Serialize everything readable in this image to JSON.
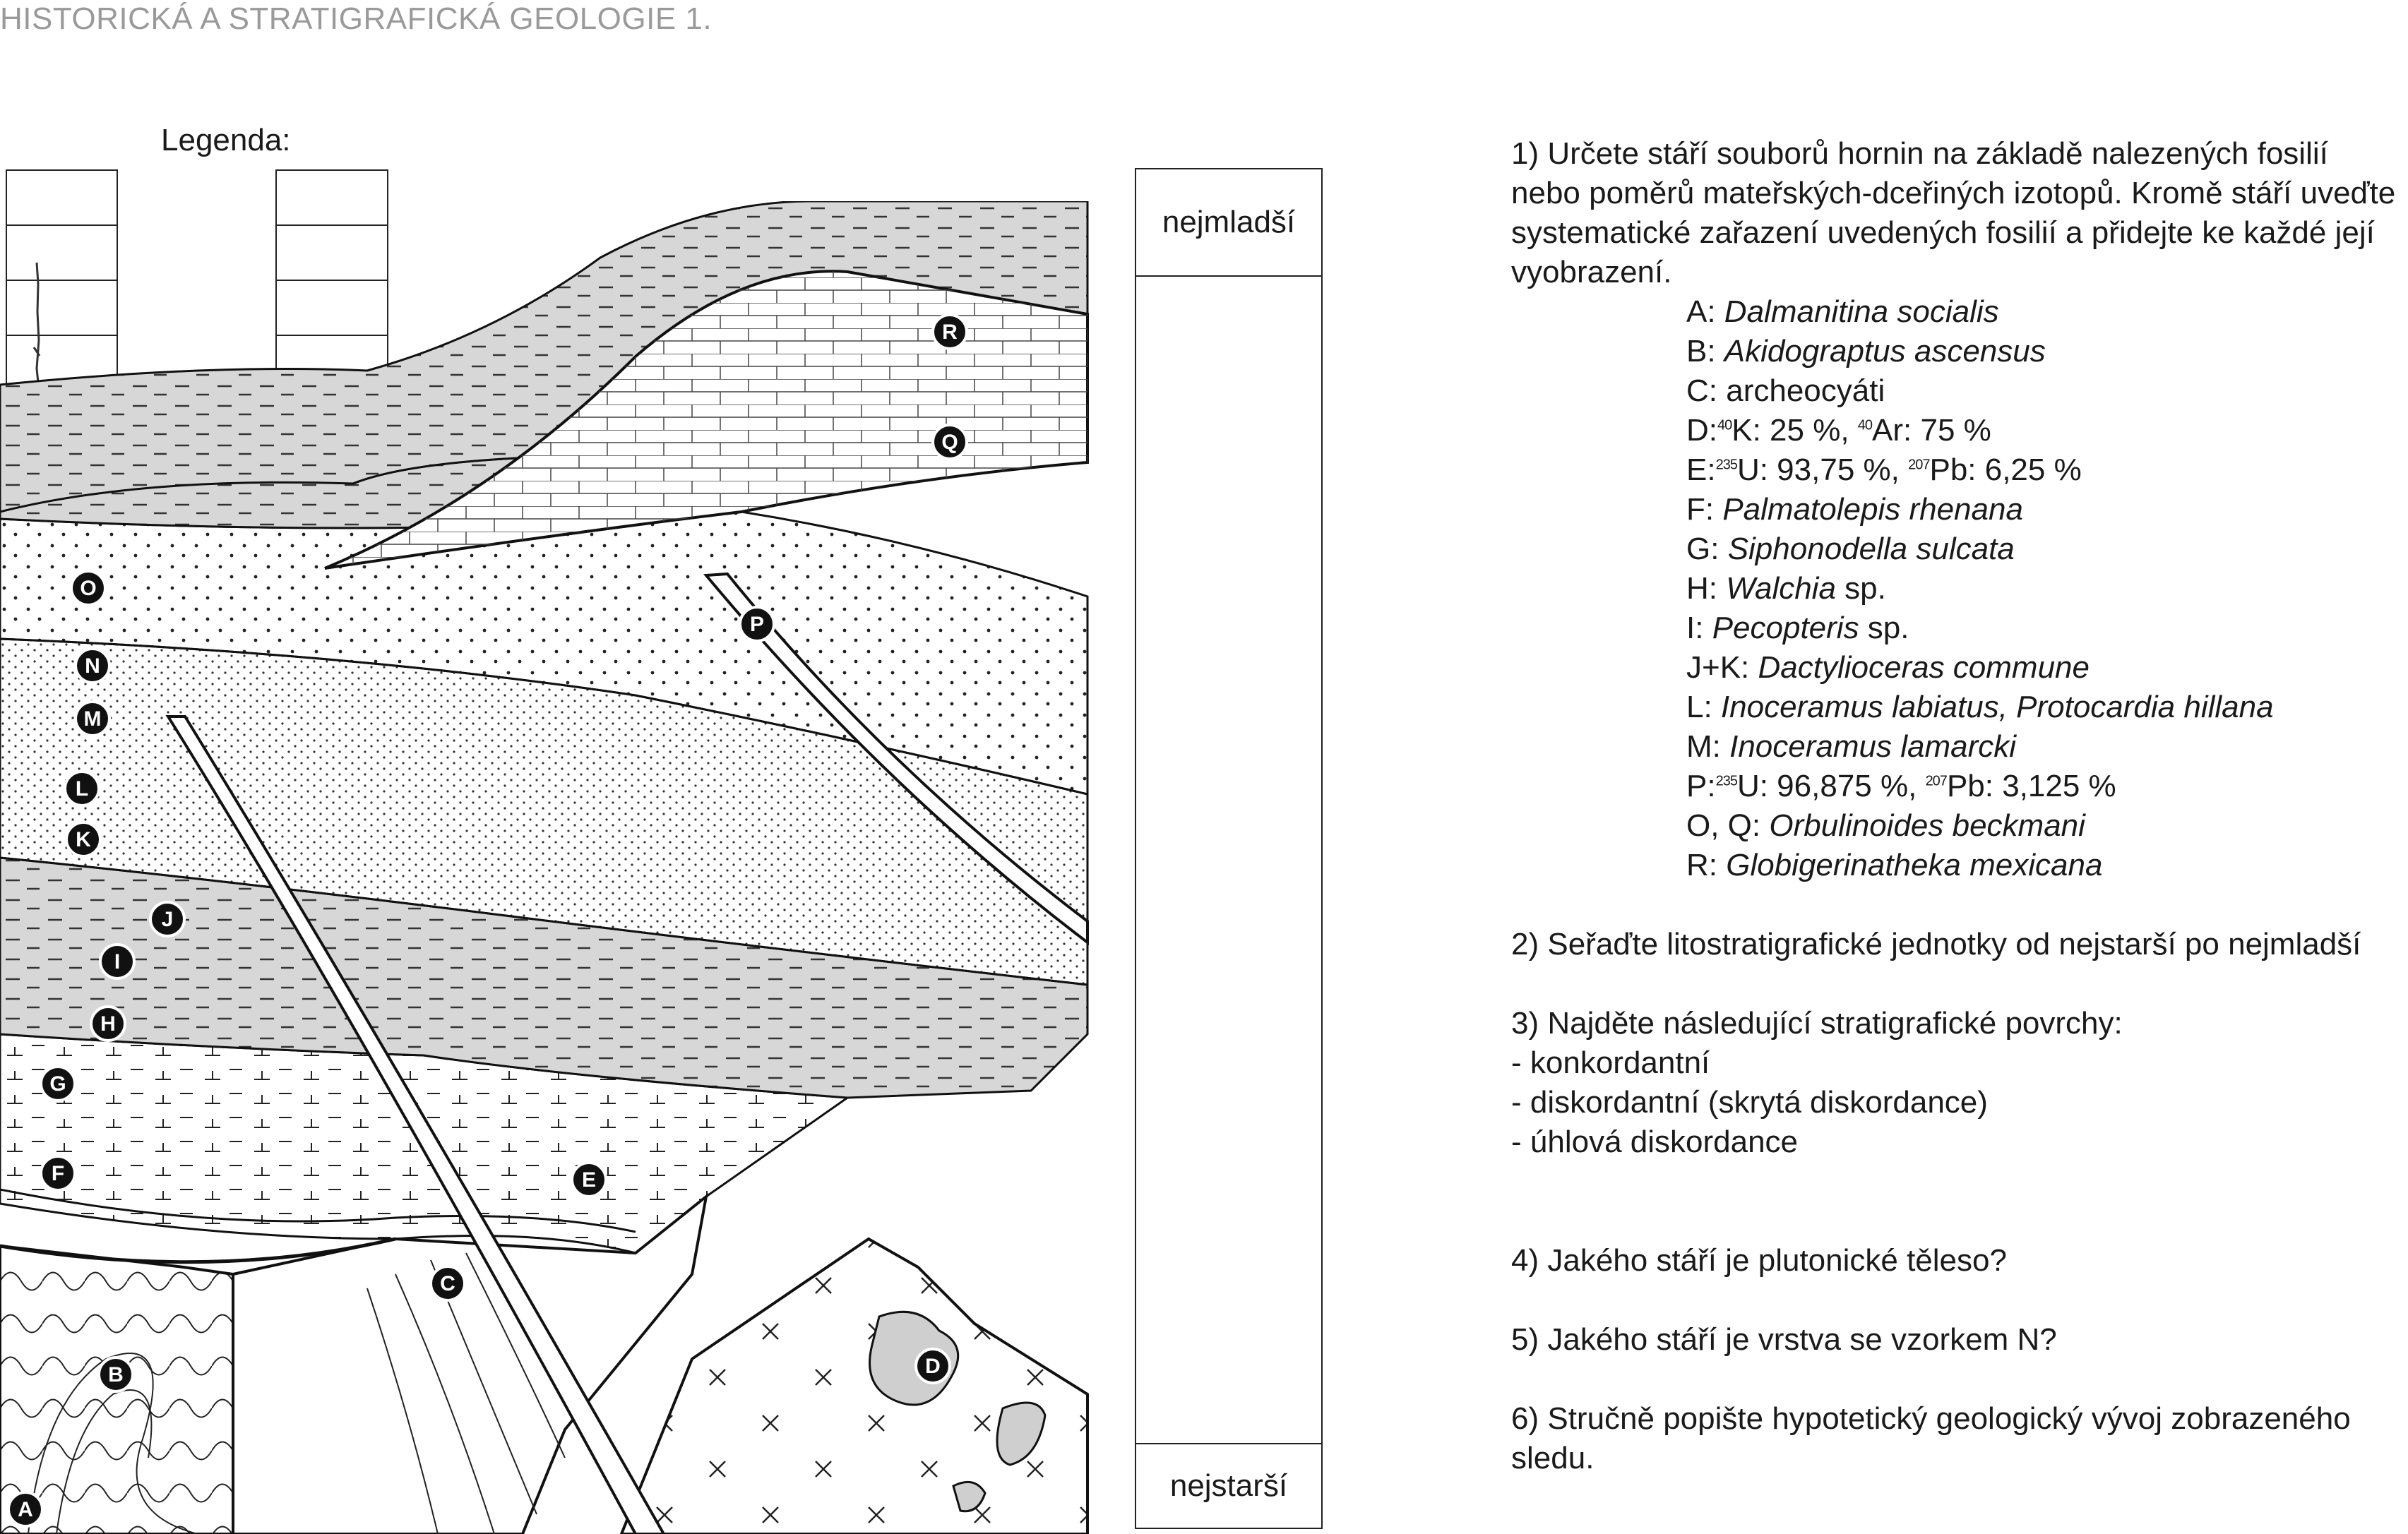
{
  "header": {
    "title": "HISTORICKÁ A STRATIGRAFICKÁ GEOLOGIE 1."
  },
  "legend": {
    "label": "Legenda:"
  },
  "column": {
    "top_label": "nejmladší",
    "bottom_label": "nejstarší"
  },
  "section": {
    "markers": [
      "A",
      "B",
      "C",
      "D",
      "E",
      "F",
      "G",
      "H",
      "I",
      "J",
      "K",
      "L",
      "M",
      "N",
      "O",
      "P",
      "Q",
      "R"
    ]
  },
  "questions": {
    "q1": "1) Určete stáří souborů hornin na základě nalezených fosilií nebo poměrů mateřských-dceřiných izotopů. Kromě stáří uveďte systematické zařazení uvedených fosilií a přidejte ke každé její vyobrazení.",
    "fossils": {
      "a_prefix": "A: ",
      "a_name": "Dalmanitina socialis",
      "b_prefix": "B: ",
      "b_name": "Akidograptus ascensus",
      "c": "C: archeocyáti",
      "d_prefix": "D:",
      "d_iso1": "40",
      "d_mid1": "K: 25 %, ",
      "d_iso2": "40",
      "d_mid2": "Ar: 75 %",
      "e_prefix": "E:",
      "e_iso1": "235",
      "e_mid1": "U: 93,75 %, ",
      "e_iso2": "207",
      "e_mid2": "Pb: 6,25 %",
      "f_prefix": "F: ",
      "f_name": "Palmatolepis rhenana",
      "g_prefix": "G: ",
      "g_name": "Siphonodella sulcata",
      "h_prefix": "H: ",
      "h_name": "Walchia",
      "h_suffix": " sp.",
      "i_prefix": "I: ",
      "i_name": "Pecopteris",
      "i_suffix": " sp.",
      "jk_prefix": "J+K: ",
      "jk_name": "Dactylioceras commune",
      "l_prefix": "L: ",
      "l_name": "Inoceramus labiatus, Protocardia hillana",
      "m_prefix": "M: ",
      "m_name": "Inoceramus lamarcki",
      "p_prefix": "P:",
      "p_iso1": "235",
      "p_mid1": "U: 96,875 %, ",
      "p_iso2": "207",
      "p_mid2": "Pb: 3,125 %",
      "oq_prefix": "O, Q: ",
      "oq_name": "Orbulinoides beckmani",
      "r_prefix": "R: ",
      "r_name": "Globigerinatheka mexicana"
    },
    "q2": "2) Seřaďte litostratigrafické jednotky od nejstarší po nejmladší",
    "q3_title": "3) Najděte následující stratigrafické povrchy:",
    "q3_items": [
      "- konkordantní",
      "- diskordantní (skrytá diskordance)",
      "- úhlová diskordance"
    ],
    "q4": "4) Jakého stáří je plutonické těleso?",
    "q5": "5) Jakého stáří je vrstva se vzorkem N?",
    "q6": "6) Stručně popište hypotetický geologický vývoj zobrazeného sledu."
  }
}
